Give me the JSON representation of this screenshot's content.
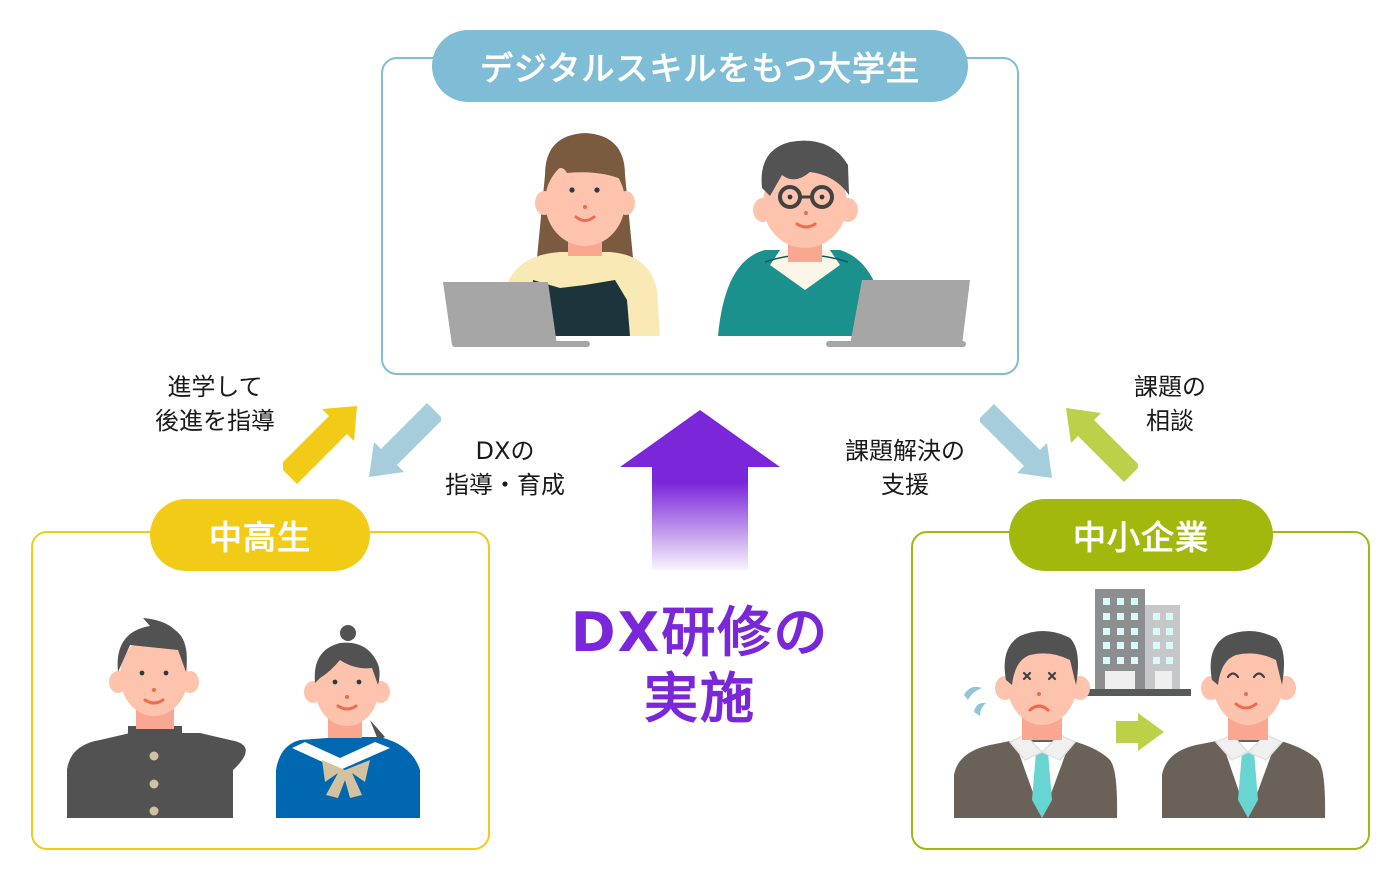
{
  "diagram": {
    "groups": {
      "university": {
        "title": "デジタルスキルをもつ大学生",
        "color": "#7fbcd6",
        "people": [
          "female-student-with-laptop",
          "male-student-with-glasses-and-laptop"
        ]
      },
      "secondary": {
        "title": "中高生",
        "color": "#f2cb17",
        "people": [
          "boy-in-gakuran-uniform",
          "girl-in-sailor-uniform"
        ]
      },
      "sme": {
        "title": "中小企業",
        "color": "#a3b80c",
        "people": [
          "worried-businessman",
          "smiling-businessman"
        ],
        "icons": [
          "office-building",
          "arrow-right"
        ]
      }
    },
    "flows": [
      {
        "from": "secondary",
        "to": "university",
        "label_lines": [
          "進学して",
          "後進を指導"
        ],
        "color": "#f2cb17"
      },
      {
        "from": "university",
        "to": "secondary",
        "label_lines": [
          "DXの",
          "指導・育成"
        ],
        "color": "#a5cddb"
      },
      {
        "from": "university",
        "to": "sme",
        "label_lines": [
          "課題解決の",
          "支援"
        ],
        "color": "#a5cddb"
      },
      {
        "from": "sme",
        "to": "university",
        "label_lines": [
          "課題の",
          "相談"
        ],
        "color": "#bdd04a"
      }
    ],
    "center": {
      "lines": [
        "DX研修の",
        "実施"
      ],
      "color": "#7a26d9"
    }
  }
}
